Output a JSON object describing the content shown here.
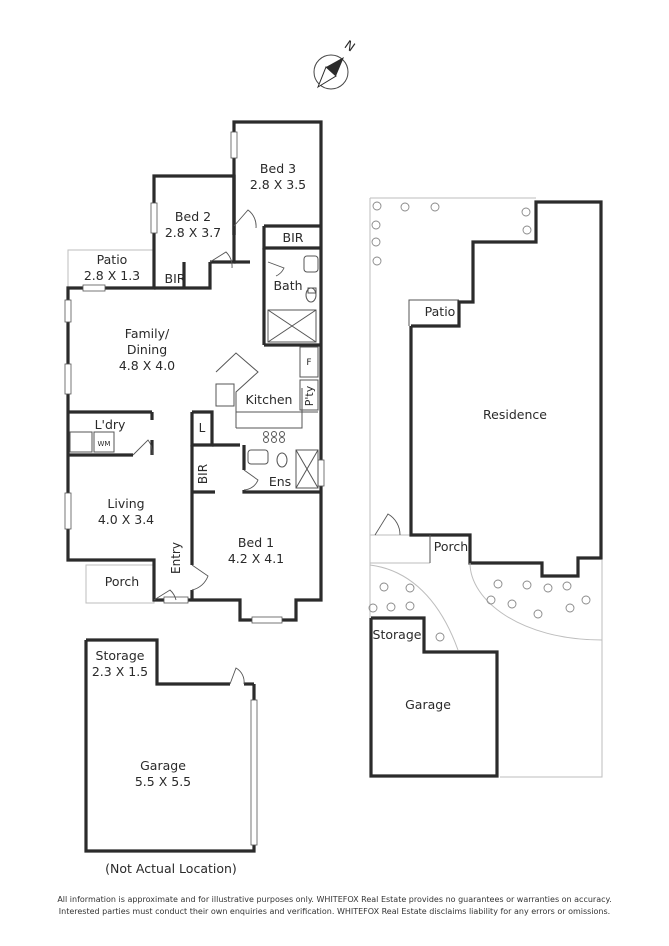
{
  "compass": {
    "label": "N"
  },
  "rooms": {
    "bed3": {
      "name": "Bed 3",
      "size": "2.8 X 3.5"
    },
    "bed2": {
      "name": "Bed 2",
      "size": "2.8 X 3.7"
    },
    "bir": "BIR",
    "patio": {
      "name": "Patio",
      "size": "2.8 X 1.3"
    },
    "bath": "Bath",
    "family": {
      "name1": "Family/",
      "name2": "Dining",
      "size": "4.8 X 4.0"
    },
    "fridge": "F",
    "kitchen": "Kitchen",
    "pantry": "P'ty",
    "laundry": "L'dry",
    "wm": "WM",
    "linen": "L",
    "ensuite": "Ens",
    "living": {
      "name": "Living",
      "size": "4.0 X 3.4"
    },
    "bed1": {
      "name": "Bed 1",
      "size": "4.2 X 4.1"
    },
    "entry": "Entry",
    "porch": "Porch",
    "storage": {
      "name": "Storage",
      "size": "2.3 X 1.5"
    },
    "garage": {
      "name": "Garage",
      "size": "5.5 X 5.5"
    }
  },
  "not_actual": "(Not Actual Location)",
  "site": {
    "patio": "Patio",
    "residence": "Residence",
    "porch": "Porch",
    "storage": "Storage",
    "garage": "Garage"
  },
  "disclaimer": {
    "line1": "All information is approximate and for illustrative purposes only. WHITEFOX Real Estate provides no guarantees or warranties on accuracy.",
    "line2": "Interested parties must conduct their own enquiries and verification. WHITEFOX Real Estate disclaims liability for any errors or omissions."
  }
}
